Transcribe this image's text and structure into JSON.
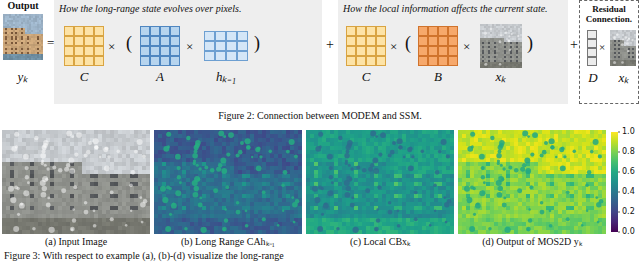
{
  "diagram": {
    "caption": "Figure 2: Connection between MODEM and SSM.",
    "nodes": [
      {
        "text": [
          "Output",
          "yₖ"
        ]
      },
      {
        "text": [
          "How the long-range state evolves over pixels."
        ]
      },
      {
        "text": [
          "C"
        ],
        "in": 1
      },
      {
        "text": [
          "A"
        ],
        "in": 1
      },
      {
        "text": [
          "hₖ₋₁"
        ],
        "in": 1
      },
      {
        "text": [
          "How the local information affects the current state."
        ]
      },
      {
        "text": [
          "C"
        ],
        "in": 5
      },
      {
        "text": [
          "B"
        ],
        "in": 5
      },
      {
        "text": [
          "xₖ"
        ],
        "in": 5
      },
      {
        "text": [
          "Residual Connection."
        ]
      },
      {
        "text": [
          "D"
        ],
        "in": 9
      },
      {
        "text": [
          "xₖ"
        ],
        "in": 9
      },
      {
        "text": [
          "(a) Input Image"
        ]
      },
      {
        "text": [
          "(b) Long Range CAhₖ₋₁"
        ]
      },
      {
        "text": [
          "(c) Local CBxₖ"
        ]
      },
      {
        "text": [
          "(d) Output of MOS2D yₖ"
        ]
      }
    ],
    "labels": [
      "=",
      "×",
      "(",
      "×",
      ")",
      "+",
      "×",
      "(",
      "×",
      ")",
      "+",
      "×",
      "1.0",
      "0.8",
      "0.6",
      "0.4",
      "0.2",
      "0.0",
      "Figure 3: With respect to example (a), (b)-(d) visualize the long-range"
    ]
  }
}
